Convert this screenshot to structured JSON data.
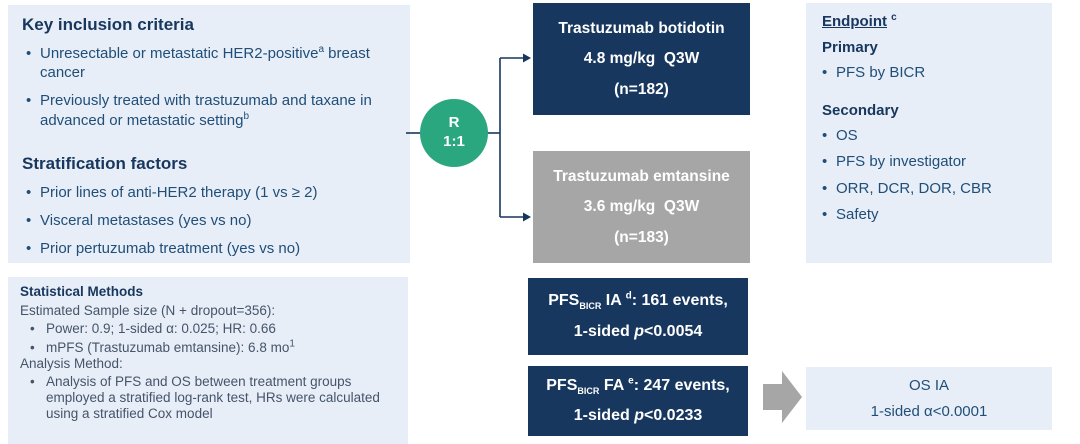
{
  "colors": {
    "navy": "#17375E",
    "panel_blue": "#E8EEF7",
    "gray": "#A6A6A6",
    "green": "#2AA77E"
  },
  "inclusion_panel": {
    "title": "Key inclusion criteria",
    "bullet1": {
      "pre": "Unresectable or metastatic HER2-positive",
      "sup": "a",
      "post": " breast cancer"
    },
    "bullet2": {
      "pre": "Previously treated with trastuzumab and taxane in advanced or metastatic setting",
      "sup": "b"
    },
    "strat_title": "Stratification factors",
    "strat_bullets": [
      "Prior lines of anti-HER2 therapy (1 vs ≥ 2)",
      "Visceral metastases (yes vs no)",
      "Prior pertuzumab treatment (yes vs no)"
    ]
  },
  "stats_panel": {
    "title": "Statistical Methods",
    "sample_size_label": "Estimated Sample size (N + dropout=356):",
    "sample_bullet1": "Power: 0.9; 1-sided α: 0.025; HR: 0.66",
    "sample_bullet2": {
      "pre": "mPFS (Trastuzumab emtansine): 6.8 mo",
      "sup": "1"
    },
    "analysis_label": "Analysis Method:",
    "analysis_bullet": "Analysis of PFS and OS between treatment groups employed a stratified log-rank test, HRs were calculated using a stratified Cox model"
  },
  "randomization": {
    "letter": "R",
    "ratio": "1:1"
  },
  "arm_top": {
    "name": "Trastuzumab botidotin",
    "dose": "4.8 mg/kg  Q3W",
    "n": "(n=182)"
  },
  "arm_bottom": {
    "name": "Trastuzumab emtansine",
    "dose": "3.6 mg/kg  Q3W",
    "n": "(n=183)"
  },
  "pfs_ia": {
    "prefix": "PFS",
    "sub": "BICR",
    "label": " IA ",
    "sup": "d",
    "events": ": 161 events,",
    "line2_pre": "1-sided ",
    "line2_p": "p",
    "line2_post": "<0.0054"
  },
  "pfs_fa": {
    "prefix": "PFS",
    "sub": "BICR",
    "label": " FA ",
    "sup": "e",
    "events": ": 247 events,",
    "line2_pre": "1-sided ",
    "line2_p": "p",
    "line2_post": "<0.0233"
  },
  "endpoint_panel": {
    "title": "Endpoint",
    "title_sup": "c",
    "primary_label": "Primary",
    "primary_bullet": "PFS by BICR",
    "secondary_label": "Secondary",
    "secondary_bullets": [
      "OS",
      "PFS by investigator",
      "ORR, DCR, DOR, CBR",
      "Safety"
    ]
  },
  "os_ia_box": {
    "line1": "OS IA",
    "line2": "1-sided α<0.0001"
  }
}
